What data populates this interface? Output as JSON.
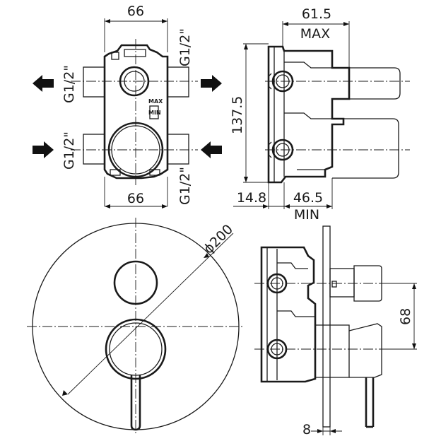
{
  "labels": {
    "top_width": "66",
    "bottom_width": "66",
    "inlet_top_left": "G1/2\"",
    "inlet_bottom_left": "G1/2\"",
    "inlet_top_right": "G1/2\"",
    "inlet_bottom_right": "G1/2\"",
    "depth_max_value": "61.5",
    "depth_max_word": "MAX",
    "height": "137.5",
    "offset": "14.8",
    "depth_min_value": "46.5",
    "depth_min_word": "MIN",
    "body_max_mark": "MAX",
    "body_min_mark": "MIN",
    "plate_diameter": "ϕ200",
    "spacing": "68",
    "plate_thickness": "8"
  }
}
